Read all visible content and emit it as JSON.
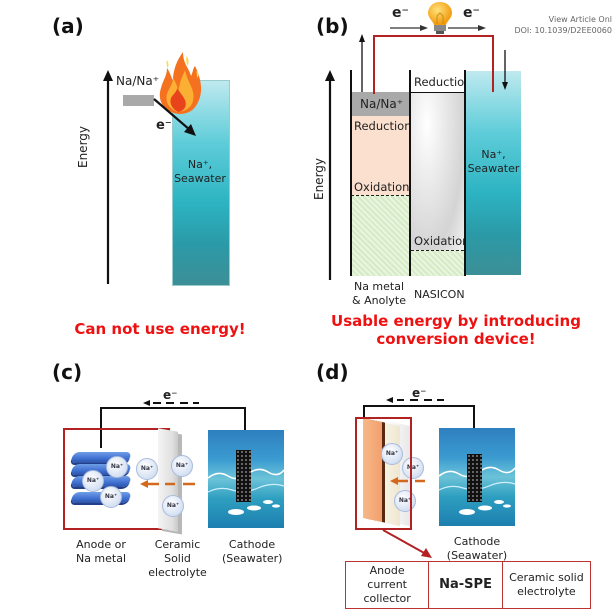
{
  "header": {
    "view_article": "View Article Onl",
    "doi": "DOI: 10.1039/D2EE0060"
  },
  "panel_a": {
    "label": "(a)",
    "axis_label": "Energy",
    "na_level": "Na/Na⁺",
    "electron": "e⁻",
    "seawater_line1": "Na⁺,",
    "seawater_line2": "Seawater",
    "icon": "fire-icon",
    "caption": "Can not use energy!"
  },
  "panel_b": {
    "label": "(b)",
    "axis_label": "Energy",
    "electron_left": "e⁻",
    "electron_right": "e⁻",
    "icon": "light-bulb-icon",
    "na_level": "Na/Na⁺",
    "anolyte_reduction": "Reduction",
    "anolyte_oxidation": "Oxidation",
    "nasicon_reduction": "Reduction",
    "nasicon_oxidation": "Oxidation",
    "seawater_line1": "Na⁺,",
    "seawater_line2": "Seawater",
    "col1_line1": "Na metal",
    "col1_line2": "& Anolyte",
    "col2": "NASICON",
    "caption_line1": "Usable energy by introducing",
    "caption_line2": "conversion device!"
  },
  "panel_c": {
    "label": "(c)",
    "electron": "e⁻",
    "ion_label": "Na⁺",
    "anode_line1": "Anode  or",
    "anode_line2": "Na metal",
    "electrolyte_line1": "Ceramic Solid",
    "electrolyte_line2": "electrolyte",
    "cathode_line1": "Cathode",
    "cathode_line2": "(Seawater)"
  },
  "panel_d": {
    "label": "(d)",
    "electron": "e⁻",
    "ion_label": "Na⁺",
    "cathode_line1": "Cathode",
    "cathode_line2": "(Seawater)",
    "table": {
      "cell1_line1": "Anode  current",
      "cell1_line2": "collector",
      "cell2": "Na-SPE",
      "cell3_line1": "Ceramic solid",
      "cell3_line2": "electrolyte"
    }
  },
  "colors": {
    "caption_red": "#ee1111",
    "wire_red": "#b22222",
    "box_red": "#b22222",
    "arrow_orange": "#d2691e",
    "anolyte_pink": "#fbe0d0",
    "hatch_green": "#d5ebc5",
    "na_grey": "#a9a9a9"
  }
}
